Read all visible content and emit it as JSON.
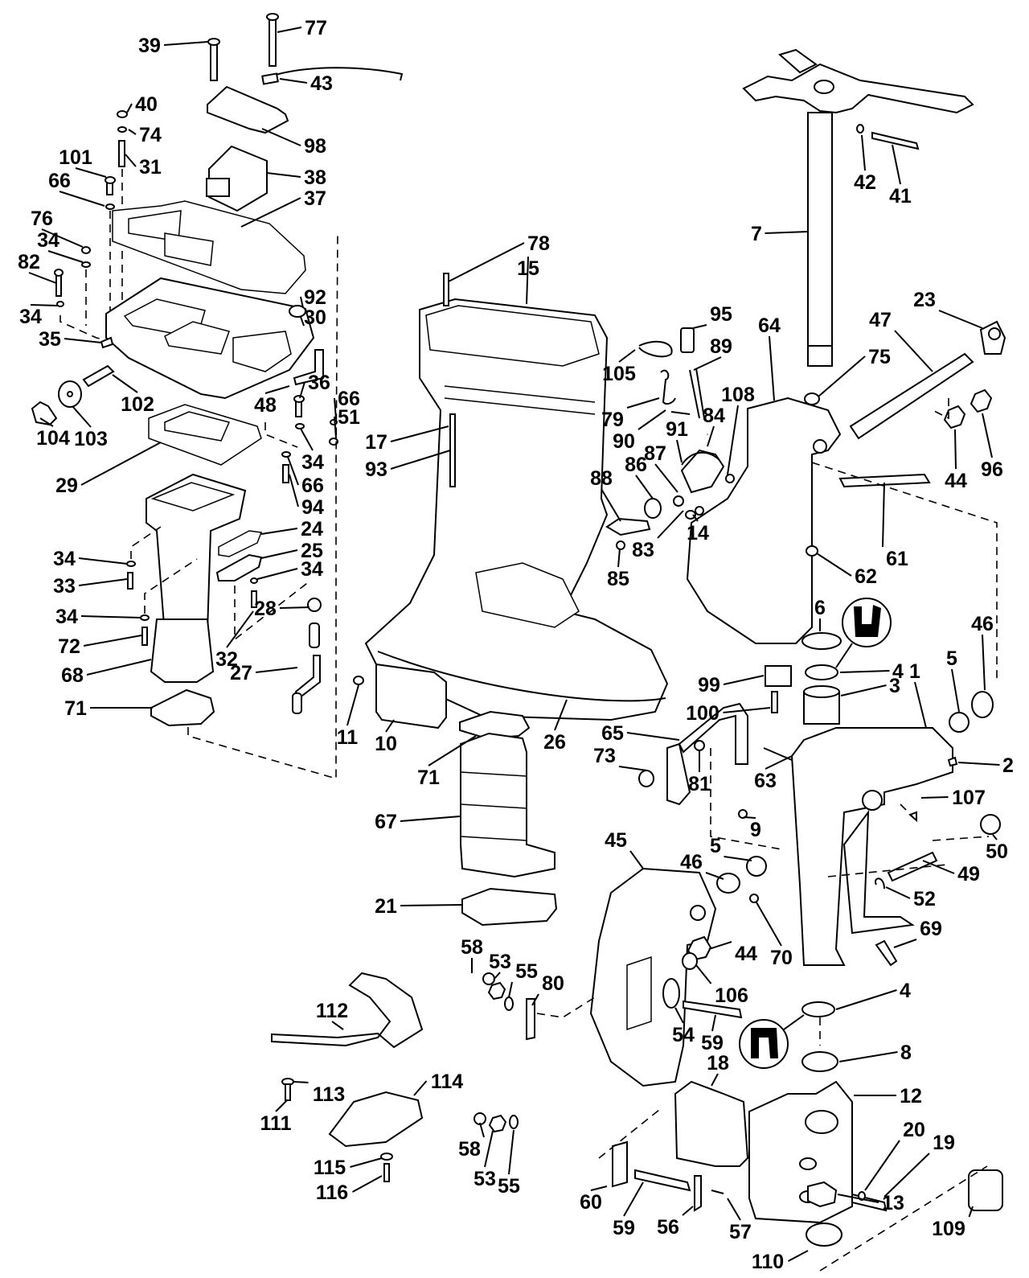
{
  "diagram": {
    "title": "Exploded parts diagram — midsection, exhaust housing, steering and swivel bracket assembly",
    "callouts": [
      {
        "id": "39",
        "label": "39"
      },
      {
        "id": "77",
        "label": "77"
      },
      {
        "id": "43",
        "label": "43"
      },
      {
        "id": "40",
        "label": "40"
      },
      {
        "id": "74",
        "label": "74"
      },
      {
        "id": "98",
        "label": "98"
      },
      {
        "id": "101",
        "label": "101"
      },
      {
        "id": "31",
        "label": "31"
      },
      {
        "id": "38",
        "label": "38"
      },
      {
        "id": "66a",
        "label": "66"
      },
      {
        "id": "37",
        "label": "37"
      },
      {
        "id": "76",
        "label": "76"
      },
      {
        "id": "34a",
        "label": "34"
      },
      {
        "id": "82",
        "label": "82"
      },
      {
        "id": "92",
        "label": "92"
      },
      {
        "id": "30",
        "label": "30"
      },
      {
        "id": "34b",
        "label": "34"
      },
      {
        "id": "35",
        "label": "35"
      },
      {
        "id": "102",
        "label": "102"
      },
      {
        "id": "36",
        "label": "36"
      },
      {
        "id": "48",
        "label": "48"
      },
      {
        "id": "66b",
        "label": "66"
      },
      {
        "id": "51",
        "label": "51"
      },
      {
        "id": "104",
        "label": "104"
      },
      {
        "id": "103",
        "label": "103"
      },
      {
        "id": "34c",
        "label": "34"
      },
      {
        "id": "29",
        "label": "29"
      },
      {
        "id": "66c",
        "label": "66"
      },
      {
        "id": "94",
        "label": "94"
      },
      {
        "id": "24",
        "label": "24"
      },
      {
        "id": "25",
        "label": "25"
      },
      {
        "id": "34d",
        "label": "34"
      },
      {
        "id": "34e",
        "label": "34"
      },
      {
        "id": "33",
        "label": "33"
      },
      {
        "id": "34f",
        "label": "34"
      },
      {
        "id": "28",
        "label": "28"
      },
      {
        "id": "32",
        "label": "32"
      },
      {
        "id": "72",
        "label": "72"
      },
      {
        "id": "27",
        "label": "27"
      },
      {
        "id": "68",
        "label": "68"
      },
      {
        "id": "71a",
        "label": "71"
      },
      {
        "id": "78",
        "label": "78"
      },
      {
        "id": "15",
        "label": "15"
      },
      {
        "id": "17",
        "label": "17"
      },
      {
        "id": "93",
        "label": "93"
      },
      {
        "id": "11",
        "label": "11"
      },
      {
        "id": "10",
        "label": "10"
      },
      {
        "id": "26",
        "label": "26"
      },
      {
        "id": "71b",
        "label": "71"
      },
      {
        "id": "67",
        "label": "67"
      },
      {
        "id": "21",
        "label": "21"
      },
      {
        "id": "95",
        "label": "95"
      },
      {
        "id": "105",
        "label": "105"
      },
      {
        "id": "89",
        "label": "89"
      },
      {
        "id": "64",
        "label": "64"
      },
      {
        "id": "108",
        "label": "108"
      },
      {
        "id": "79",
        "label": "79"
      },
      {
        "id": "84",
        "label": "84"
      },
      {
        "id": "90",
        "label": "90"
      },
      {
        "id": "91",
        "label": "91"
      },
      {
        "id": "87",
        "label": "87"
      },
      {
        "id": "86",
        "label": "86"
      },
      {
        "id": "88",
        "label": "88"
      },
      {
        "id": "14",
        "label": "14"
      },
      {
        "id": "83",
        "label": "83"
      },
      {
        "id": "85",
        "label": "85"
      },
      {
        "id": "42",
        "label": "42"
      },
      {
        "id": "41",
        "label": "41"
      },
      {
        "id": "7",
        "label": "7"
      },
      {
        "id": "23",
        "label": "23"
      },
      {
        "id": "47",
        "label": "47"
      },
      {
        "id": "75",
        "label": "75"
      },
      {
        "id": "44a",
        "label": "44"
      },
      {
        "id": "96",
        "label": "96"
      },
      {
        "id": "61",
        "label": "61"
      },
      {
        "id": "62",
        "label": "62"
      },
      {
        "id": "6",
        "label": "6"
      },
      {
        "id": "46a",
        "label": "46"
      },
      {
        "id": "99",
        "label": "99"
      },
      {
        "id": "4a",
        "label": "4"
      },
      {
        "id": "1",
        "label": "1"
      },
      {
        "id": "5a",
        "label": "5"
      },
      {
        "id": "100",
        "label": "100"
      },
      {
        "id": "3",
        "label": "3"
      },
      {
        "id": "65",
        "label": "65"
      },
      {
        "id": "2",
        "label": "2"
      },
      {
        "id": "73",
        "label": "73"
      },
      {
        "id": "63",
        "label": "63"
      },
      {
        "id": "81",
        "label": "81"
      },
      {
        "id": "107",
        "label": "107"
      },
      {
        "id": "9",
        "label": "9"
      },
      {
        "id": "50",
        "label": "50"
      },
      {
        "id": "5b",
        "label": "5"
      },
      {
        "id": "46b",
        "label": "46"
      },
      {
        "id": "45",
        "label": "45"
      },
      {
        "id": "49",
        "label": "49"
      },
      {
        "id": "52",
        "label": "52"
      },
      {
        "id": "69",
        "label": "69"
      },
      {
        "id": "70",
        "label": "70"
      },
      {
        "id": "44b",
        "label": "44"
      },
      {
        "id": "106",
        "label": "106"
      },
      {
        "id": "4b",
        "label": "4"
      },
      {
        "id": "54",
        "label": "54"
      },
      {
        "id": "59a",
        "label": "59"
      },
      {
        "id": "8",
        "label": "8"
      },
      {
        "id": "18",
        "label": "18"
      },
      {
        "id": "12",
        "label": "12"
      },
      {
        "id": "20",
        "label": "20"
      },
      {
        "id": "19",
        "label": "19"
      },
      {
        "id": "60",
        "label": "60"
      },
      {
        "id": "59b",
        "label": "59"
      },
      {
        "id": "56",
        "label": "56"
      },
      {
        "id": "57",
        "label": "57"
      },
      {
        "id": "13",
        "label": "13"
      },
      {
        "id": "109",
        "label": "109"
      },
      {
        "id": "110",
        "label": "110"
      },
      {
        "id": "58a",
        "label": "58"
      },
      {
        "id": "53a",
        "label": "53"
      },
      {
        "id": "55a",
        "label": "55"
      },
      {
        "id": "80",
        "label": "80"
      },
      {
        "id": "112",
        "label": "112"
      },
      {
        "id": "113",
        "label": "113"
      },
      {
        "id": "114",
        "label": "114"
      },
      {
        "id": "111",
        "label": "111"
      },
      {
        "id": "115",
        "label": "115"
      },
      {
        "id": "116",
        "label": "116"
      },
      {
        "id": "58b",
        "label": "58"
      },
      {
        "id": "53b",
        "label": "53"
      },
      {
        "id": "55b",
        "label": "55"
      }
    ],
    "symbols": [
      {
        "id": "sealant-symbol-upper",
        "meaning": "sealant application symbol"
      },
      {
        "id": "sealant-symbol-lower",
        "meaning": "sealant application symbol"
      }
    ]
  }
}
